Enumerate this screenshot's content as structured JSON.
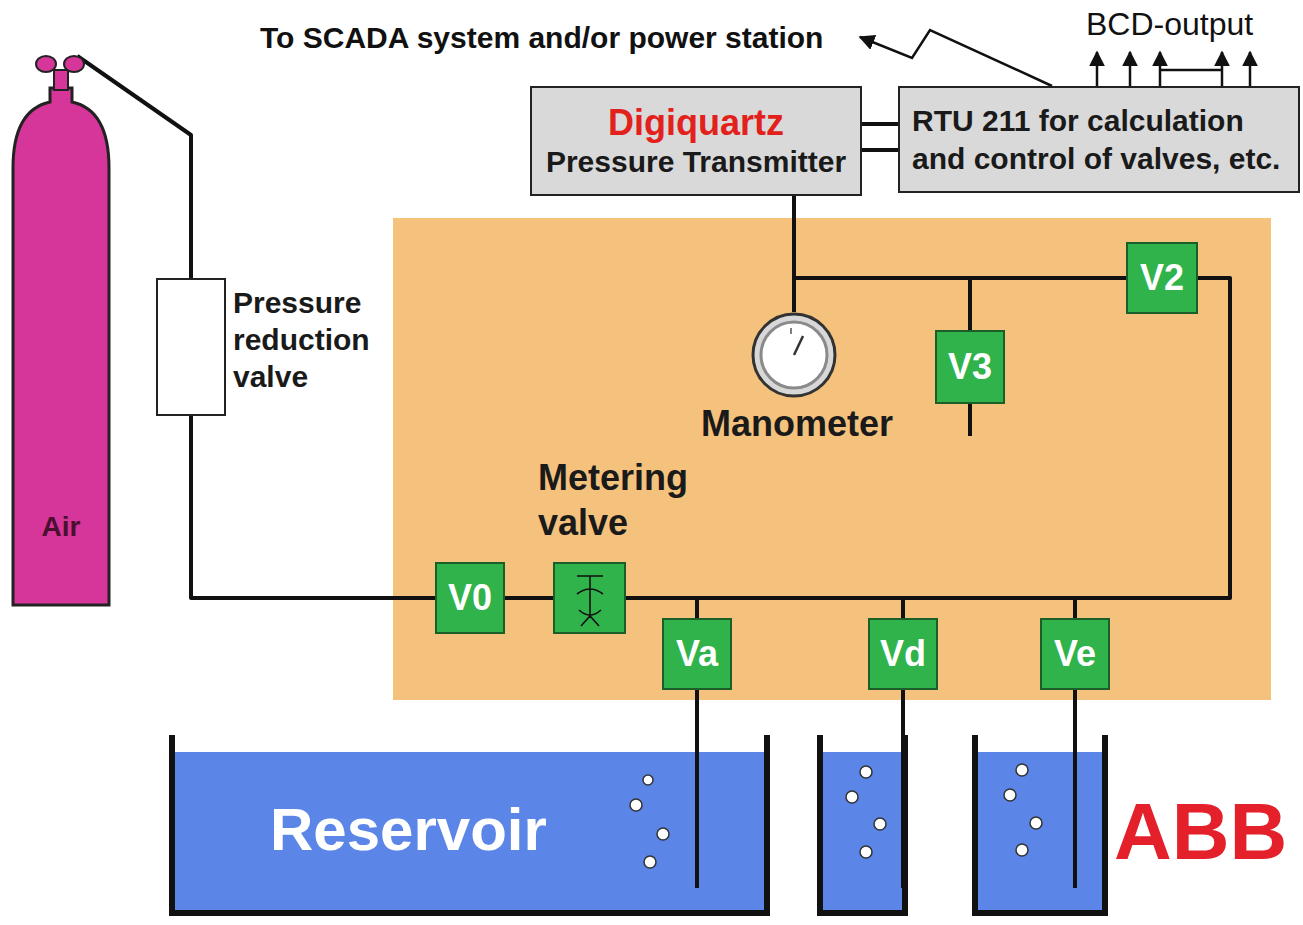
{
  "diagram": {
    "nodes": [
      {
        "text": [
          "Air"
        ]
      },
      {
        "text": [
          "Pressure reduction valve"
        ]
      },
      {
        "text": [
          "Digiquartz",
          "Pressure Transmitter"
        ]
      },
      {
        "text": [
          "RTU 211 for calculation and control of valves, etc."
        ]
      },
      {
        "text": [
          "Manometer"
        ]
      },
      {
        "text": [
          "V3"
        ]
      },
      {
        "text": [
          "V2"
        ]
      },
      {
        "text": [
          "V0"
        ]
      },
      {
        "text": [
          "Metering valve"
        ]
      },
      {
        "text": [
          "Va"
        ]
      },
      {
        "text": [
          "Vd"
        ]
      },
      {
        "text": [
          "Ve"
        ]
      },
      {
        "text": [
          "Reservoir"
        ]
      }
    ],
    "edges": [
      {
        "from": 0,
        "to": 1,
        "arrow": "none"
      },
      {
        "from": 1,
        "to": 7,
        "arrow": "none"
      },
      {
        "from": 7,
        "to": 8,
        "arrow": "none"
      },
      {
        "from": 8,
        "to": 9,
        "arrow": "none"
      },
      {
        "from": 8,
        "to": 10,
        "arrow": "none"
      },
      {
        "from": 8,
        "to": 11,
        "arrow": "none"
      },
      {
        "from": 8,
        "to": 6,
        "arrow": "none"
      },
      {
        "from": 2,
        "to": 3,
        "arrow": "none"
      },
      {
        "from": 2,
        "to": 6,
        "arrow": "none"
      },
      {
        "from": 2,
        "to": 4,
        "arrow": "none"
      },
      {
        "from": 6,
        "to": 5,
        "arrow": "none"
      },
      {
        "from": 9,
        "to": 12,
        "arrow": "none"
      }
    ],
    "labels": [
      "To SCADA system and/or power station",
      "BCD-output",
      "ABB"
    ]
  }
}
